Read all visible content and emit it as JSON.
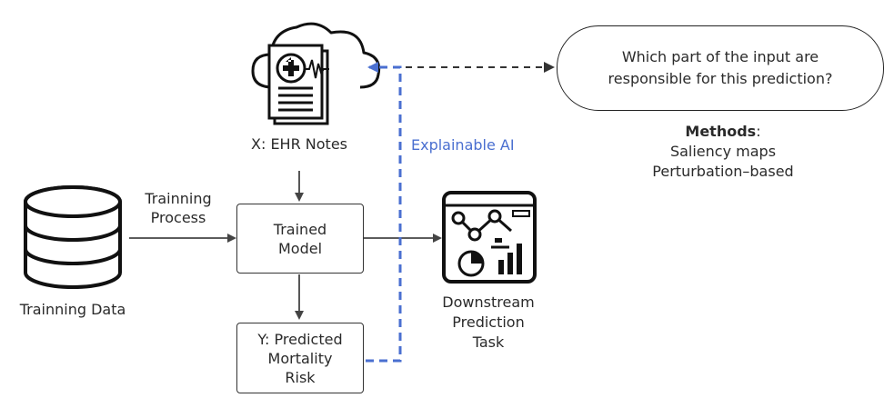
{
  "ehr_notes": {
    "label": "X: EHR Notes"
  },
  "training_data": {
    "label": "Trainning Data"
  },
  "training_process": {
    "line1": "Trainning",
    "line2": "Process"
  },
  "trained_model": {
    "line1": "Trained",
    "line2": "Model"
  },
  "predicted": {
    "line1": "Y: Predicted",
    "line2": "Mortality",
    "line3": "Risk"
  },
  "downstream": {
    "line1": "Downstream",
    "line2": "Prediction",
    "line3": "Task"
  },
  "explainable": {
    "label": "Explainable AI",
    "color": "#4a6fd0"
  },
  "question": {
    "line1": "Which part of the input are",
    "line2": "responsible for this prediction?"
  },
  "methods": {
    "title": "Methods",
    "colon": ":",
    "item1": "Saliency maps",
    "item2": "Perturbation–based"
  },
  "icons": {
    "cloud": "cloud-document-icon",
    "database": "database-icon",
    "dashboard": "dashboard-chart-icon"
  }
}
